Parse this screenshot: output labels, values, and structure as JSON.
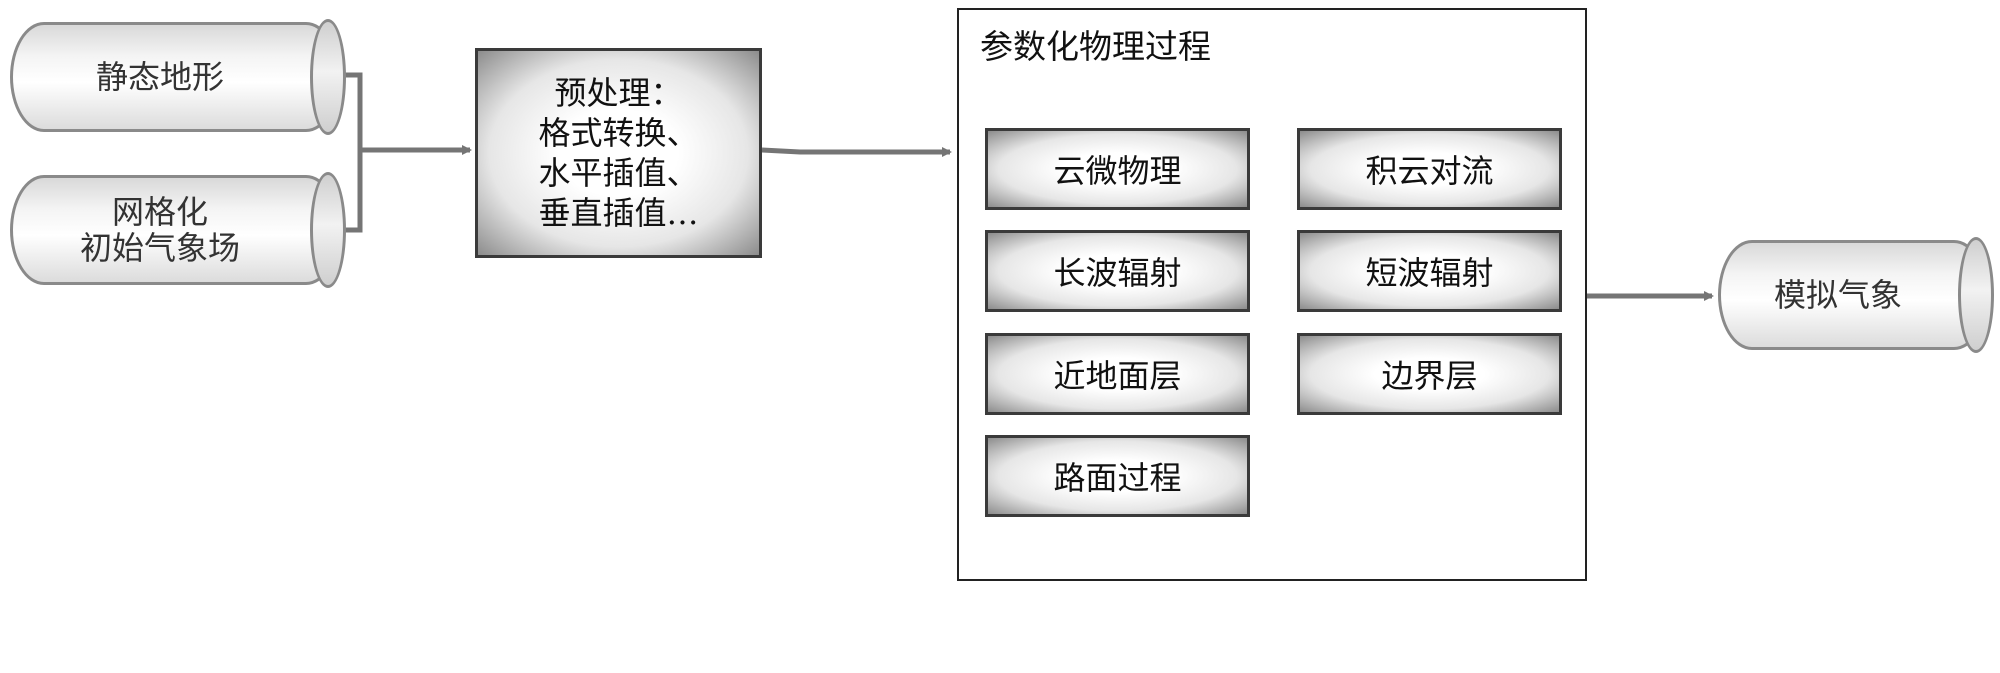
{
  "inputs": [
    {
      "lines": [
        "静态地形"
      ]
    },
    {
      "lines": [
        "网格化",
        "初始气象场"
      ]
    }
  ],
  "preprocess": {
    "lines": [
      "预处理：",
      "格式转换、",
      "水平插值、",
      "垂直插值…"
    ]
  },
  "physics": {
    "title": "参数化物理过程",
    "modules": [
      "云微物理",
      "积云对流",
      "长波辐射",
      "短波辐射",
      "近地面层",
      "边界层",
      "路面过程"
    ]
  },
  "output": {
    "lines": [
      "模拟气象"
    ]
  },
  "colors": {
    "arrow": "#757575",
    "border": "#3a3a3a"
  }
}
